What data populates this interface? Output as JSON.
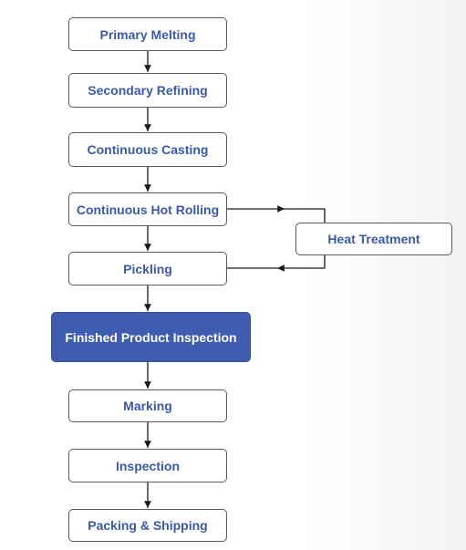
{
  "steps": [
    "Primary Melting",
    "Secondary Refining",
    "Continuous Casting",
    "Continuous Hot Rolling",
    "Pickling",
    "Finished Product Inspection",
    "Marking",
    "Inspection",
    "Packing & Shipping"
  ],
  "side_step": "Heat Treatment",
  "colors": {
    "text": "#3a5aa8",
    "highlight_fill": "#3f5db0",
    "highlight_text": "#ffffff",
    "border": "#555a63",
    "arrow": "#1a1a1a"
  }
}
